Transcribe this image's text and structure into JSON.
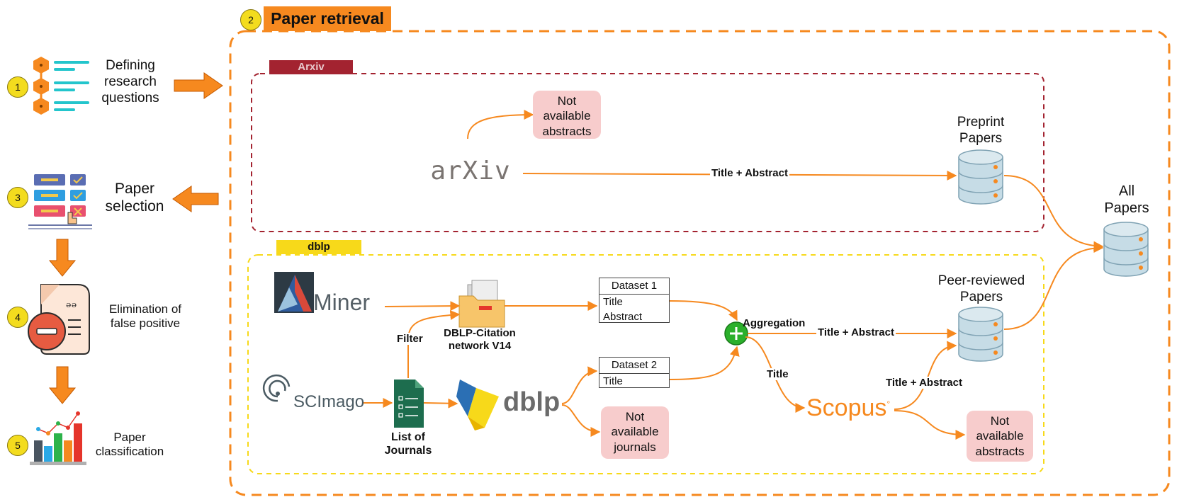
{
  "left_steps": [
    {
      "num": "1",
      "label_lines": [
        "Defining",
        "research",
        "questions"
      ],
      "icon": "question-list-icon"
    },
    {
      "num": "3",
      "label_lines": [
        "Paper",
        "selection"
      ],
      "icon": "selection-checklist-icon"
    },
    {
      "num": "4",
      "label_lines": [
        "Elimination of",
        "false positive"
      ],
      "icon": "document-remove-icon"
    },
    {
      "num": "5",
      "label_lines": [
        "Paper",
        "classification"
      ],
      "icon": "bar-chart-icon"
    }
  ],
  "retrieval": {
    "num": "2",
    "title": "Paper retrieval"
  },
  "arxiv_group": {
    "tag": "Arxiv",
    "logo_text": "arXiv"
  },
  "dblp_group": {
    "tag": "dblp"
  },
  "nodes": {
    "not_available_abstracts_top": [
      "Not",
      "available",
      "abstracts"
    ],
    "preprint_papers": [
      "Preprint",
      "Papers"
    ],
    "all_papers": [
      "All",
      "Papers"
    ],
    "peer_reviewed_papers": [
      "Peer-reviewed",
      "Papers"
    ],
    "aminer_logo": "Miner",
    "scimago_logo": "SCImago",
    "dblp_citation": [
      "DBLP-Citation",
      "network V14"
    ],
    "list_of_journals": [
      "List of",
      "Journals"
    ],
    "dblp_logo": "dblp",
    "dataset1": {
      "header": "Dataset 1",
      "rows": [
        "Title",
        "Abstract"
      ]
    },
    "dataset2": {
      "header": "Dataset 2",
      "rows": [
        "Title"
      ]
    },
    "not_available_journals": [
      "Not",
      "available",
      "journals"
    ],
    "scopus_logo": "Scopus",
    "not_available_abstracts_bottom": [
      "Not",
      "available",
      "abstracts"
    ]
  },
  "edge_labels": {
    "arxiv_title_abstract": "Title + Abstract",
    "filter": "Filter",
    "aggregation": "Aggregation",
    "agg_title_abstract": "Title + Abstract",
    "title": "Title",
    "scopus_title_abstract": "Title + Abstract"
  },
  "colors": {
    "orange": "#f6891f",
    "arxiv_red": "#a32330",
    "dblp_yellow": "#f7d91a",
    "not_available_pink": "#f7cccc",
    "db_blue": "#c6dce6"
  }
}
